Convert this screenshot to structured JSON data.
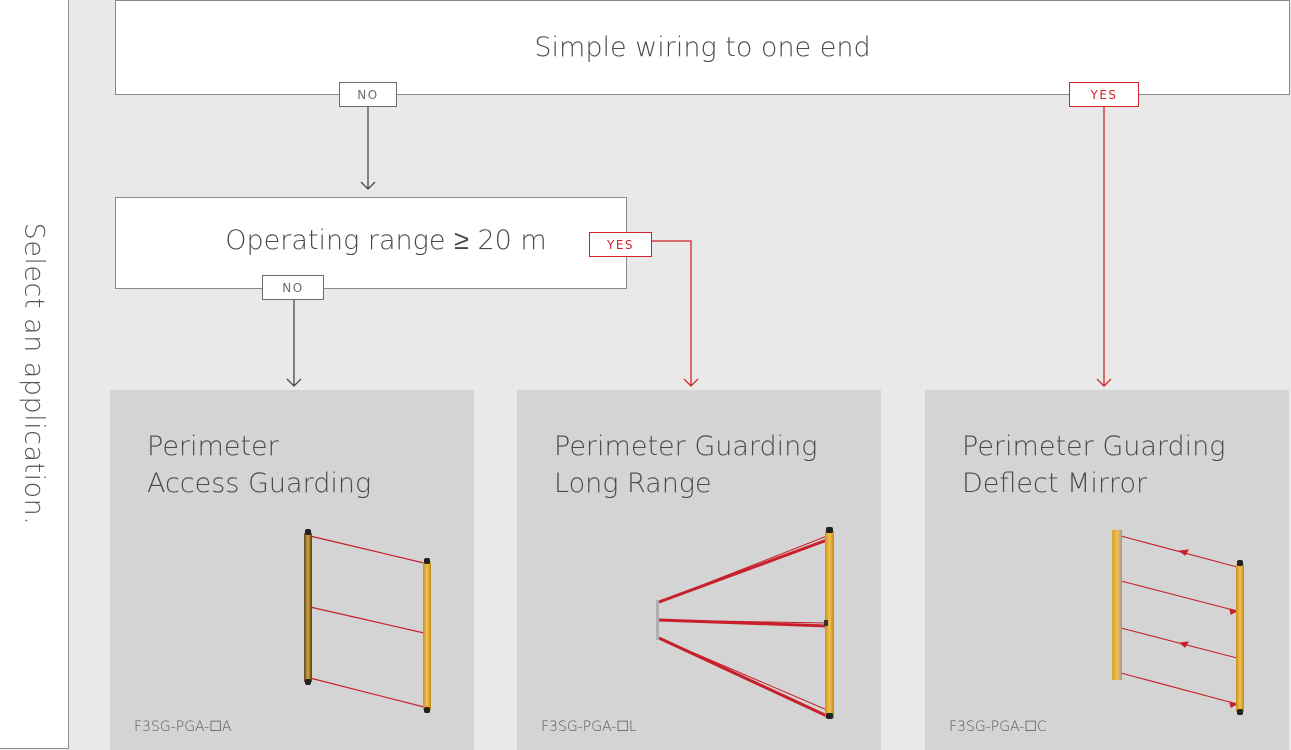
{
  "side_label": "Select an application.",
  "decision_1": {
    "question": "Simple wiring to one end",
    "no_label": "NO",
    "yes_label": "YES"
  },
  "decision_2": {
    "question": "Operating range ≥ 20 m",
    "no_label": "NO",
    "yes_label": "YES"
  },
  "applications": [
    {
      "title_line1": "Perimeter",
      "title_line2": "Access Guarding",
      "model": "F3SG-PGA-☐A"
    },
    {
      "title_line1": "Perimeter Guarding",
      "title_line2": "Long Range",
      "model": "F3SG-PGA-☐L"
    },
    {
      "title_line1": "Perimeter Guarding",
      "title_line2": "Deflect Mirror",
      "model": "F3SG-PGA-☐C"
    }
  ],
  "colors": {
    "yes": "#d2232a",
    "no": "#4a4a4a",
    "background": "#e9e9e9",
    "card": "#d4d4d4",
    "sensor_body": "#e9b43c",
    "beam": "#c8202a"
  }
}
